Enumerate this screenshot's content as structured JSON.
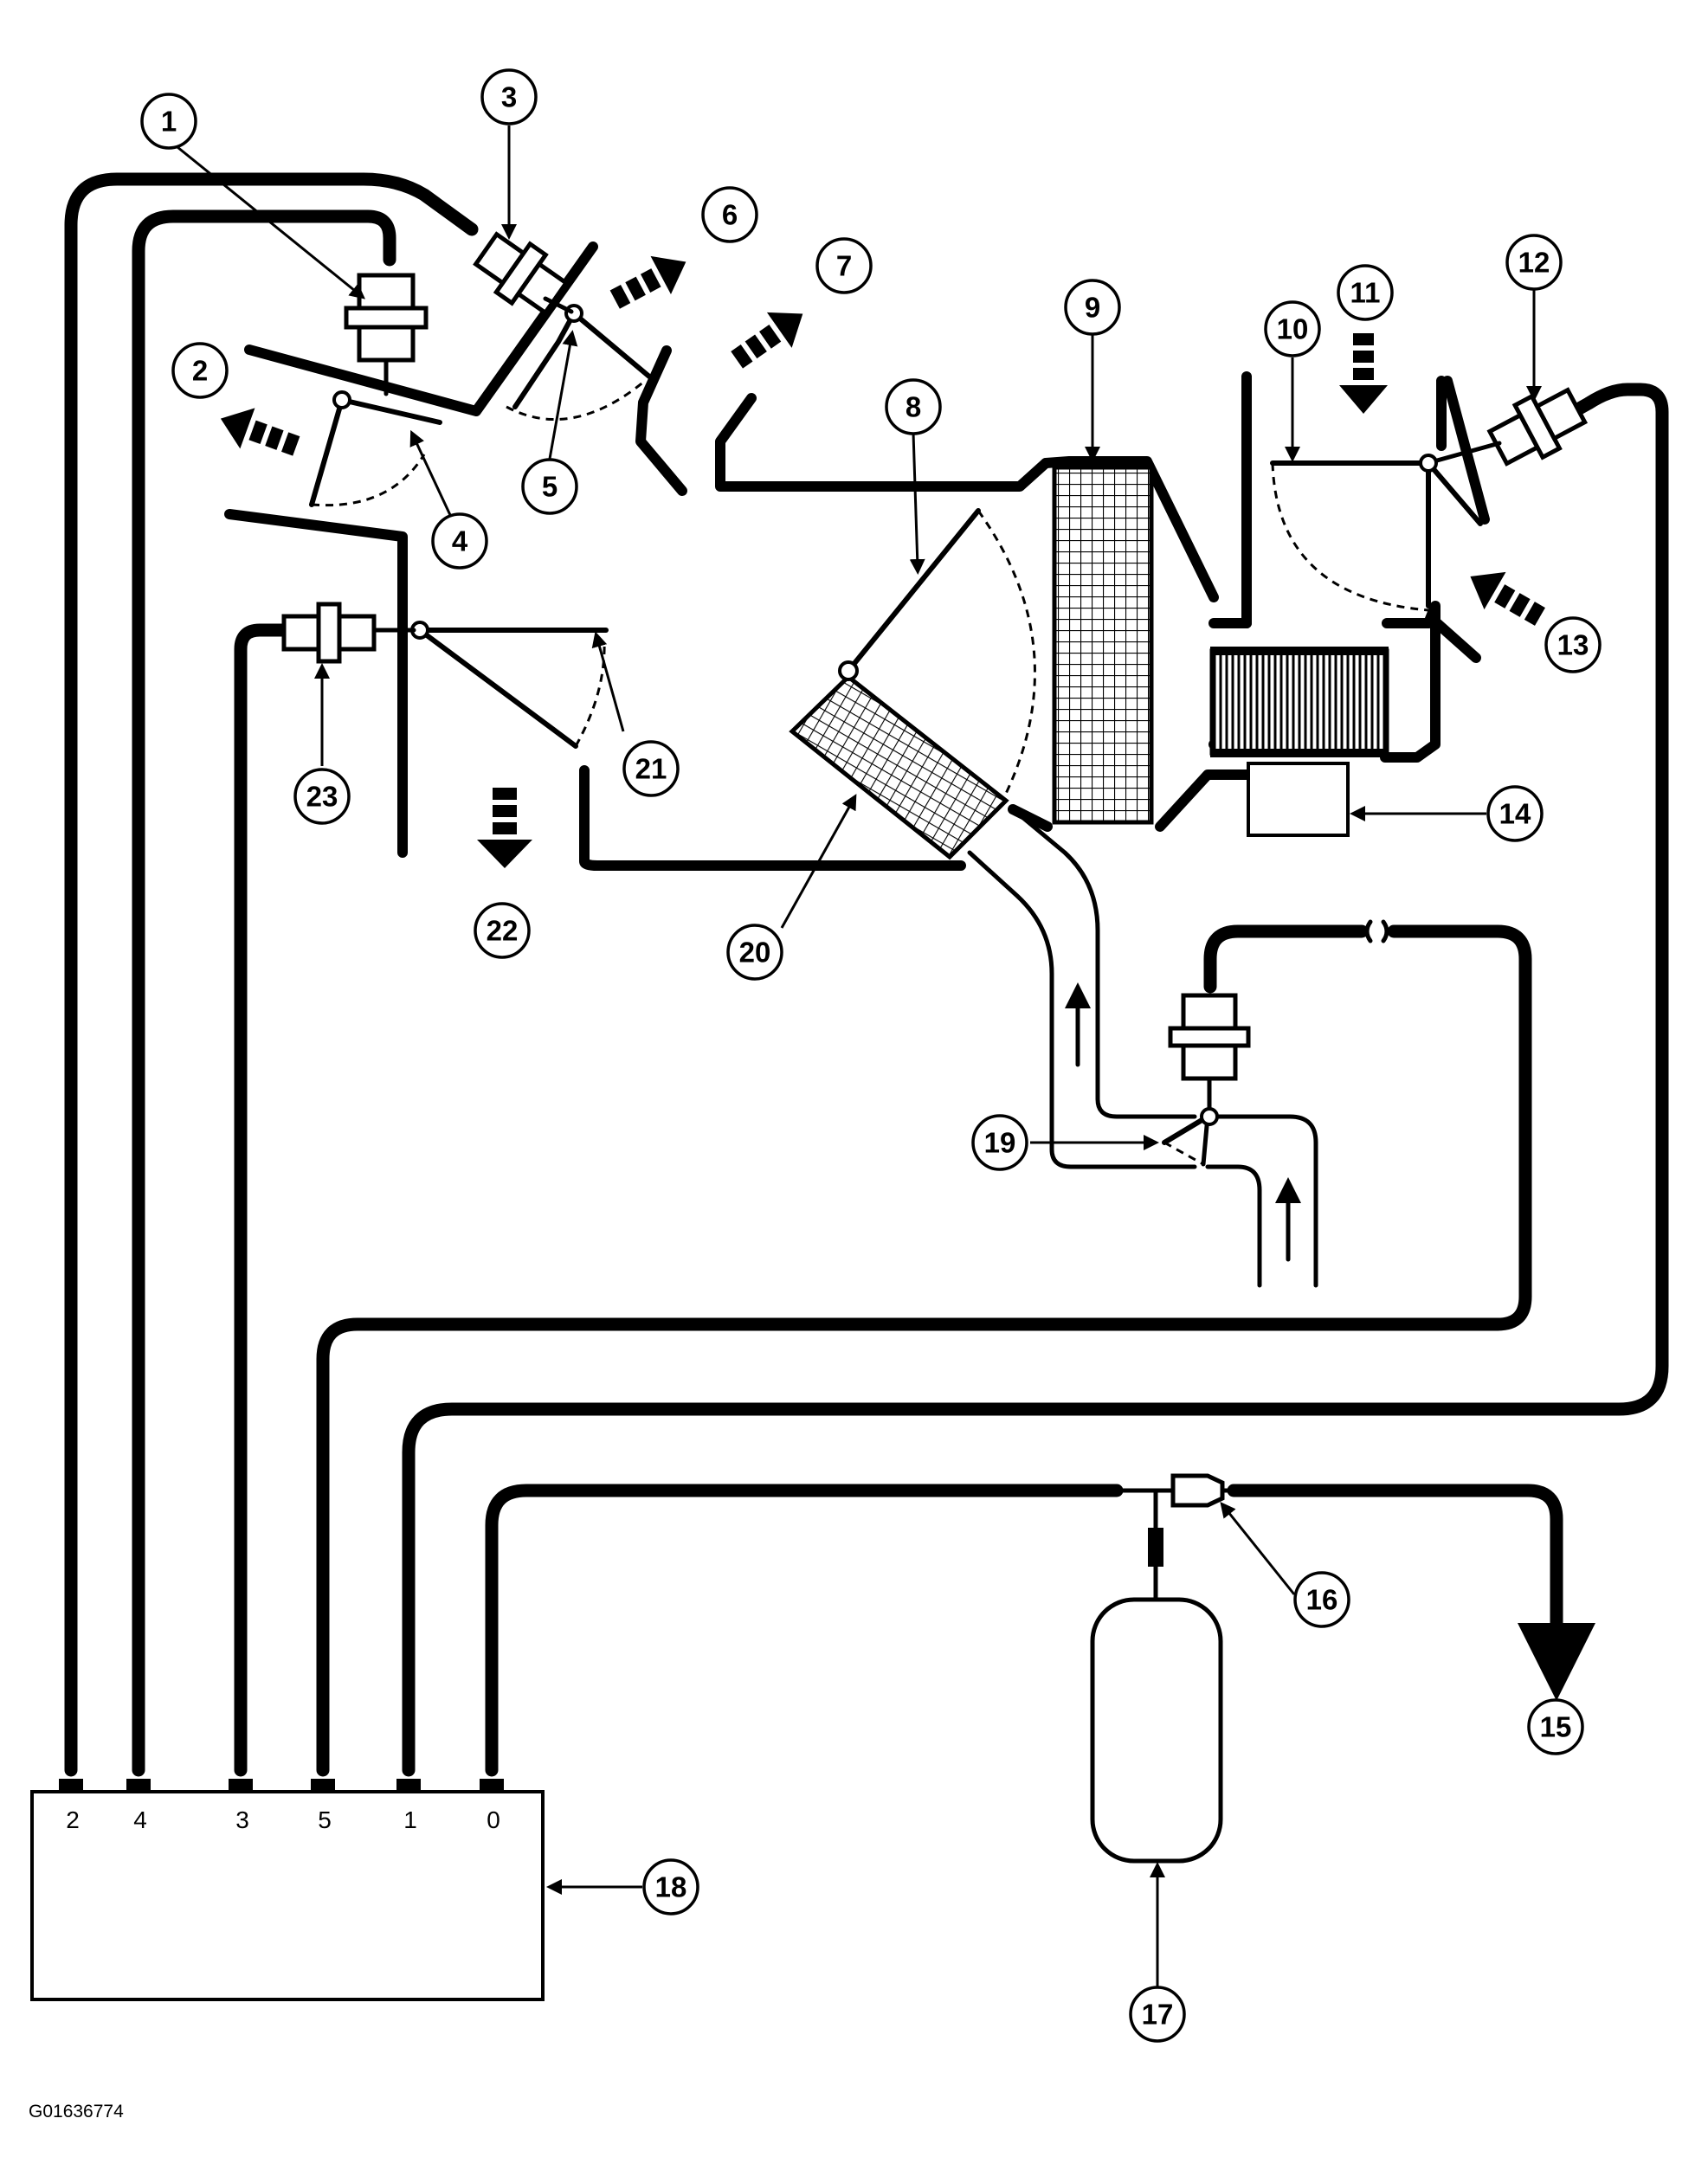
{
  "figure_id": "G01636774",
  "callouts": [
    {
      "n": "1"
    },
    {
      "n": "2"
    },
    {
      "n": "3"
    },
    {
      "n": "4"
    },
    {
      "n": "5"
    },
    {
      "n": "6"
    },
    {
      "n": "7"
    },
    {
      "n": "8"
    },
    {
      "n": "9"
    },
    {
      "n": "10"
    },
    {
      "n": "11"
    },
    {
      "n": "12"
    },
    {
      "n": "13"
    },
    {
      "n": "14"
    },
    {
      "n": "15"
    },
    {
      "n": "16"
    },
    {
      "n": "17"
    },
    {
      "n": "18"
    },
    {
      "n": "19"
    },
    {
      "n": "20"
    },
    {
      "n": "21"
    },
    {
      "n": "22"
    },
    {
      "n": "23"
    }
  ],
  "control_ports": [
    "2",
    "4",
    "3",
    "5",
    "1",
    "0"
  ]
}
